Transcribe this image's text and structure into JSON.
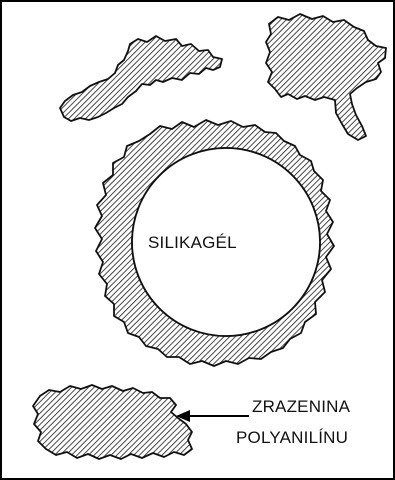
{
  "diagram": {
    "center_label": "SILIKAGÉL",
    "pointer_label_line1": "ZRAZENINA",
    "pointer_label_line2": "POLYANILÍNU"
  }
}
